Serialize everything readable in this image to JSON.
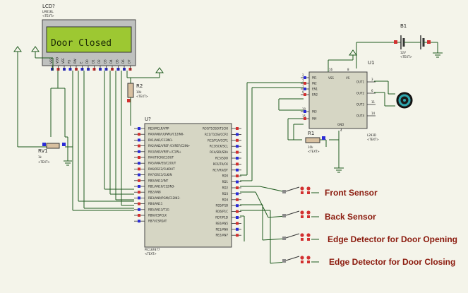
{
  "lcd": {
    "ref": "LCD?",
    "model": "LM016L",
    "text": "<TEXT>",
    "display_text": "Door Closed",
    "pins": [
      "VSS",
      "VDD",
      "VEE",
      "RS",
      "RW",
      "E",
      "D0",
      "D1",
      "D2",
      "D3",
      "D4",
      "D5",
      "D6",
      "D7"
    ]
  },
  "microcontroller": {
    "ref": "U?",
    "model": "PIC16F877",
    "text": "<TEXT>",
    "left_pins": [
      "RE3/MCLR/VPP",
      "RA0/AN0/ULPWU/C12IN0-",
      "RA1/AN1/C12IN1-",
      "RA2/AN2/VREF-/CVREF/C2IN+",
      "RA3/AN3/VREF+/C1IN+",
      "RA4/T0CKI/C1OUT",
      "RA5/AN4/SS/C2OUT",
      "RA6/OSC2/CLKOUT",
      "RA7/OSC1/CLKIN",
      "RB0/AN12/INT",
      "RB1/AN10/C12IN3-",
      "RB2/AN8",
      "RB3/AN9/PGM/C12IN2-",
      "RB4/AN11",
      "RB5/AN13/T1G",
      "RB6/ICSPCLK",
      "RB7/ICSPDAT"
    ],
    "right_pins": [
      "RC0/T1OSO/T1CKI",
      "RC1/T1OSI/CCP2",
      "RC2/P1A/CCP1",
      "RC3/SCK/SCL",
      "RC4/SDI/SDA",
      "RC5/SDO",
      "RC6/TX/CK",
      "RC7/RX/DT",
      "RD0",
      "RD1",
      "RD2",
      "RD3",
      "RD4",
      "RD5/P1B",
      "RD6/P1C",
      "RD7/P1D",
      "RE0/AN5",
      "RE1/AN6",
      "RE2/AN7"
    ]
  },
  "driver": {
    "ref": "U1",
    "model": "L293D",
    "text": "<TEXT>",
    "left_pins": [
      "IN1",
      "IN2",
      "EN1",
      "EN2",
      "IN3",
      "IN4"
    ],
    "top_pins": [
      "VSS",
      "VS"
    ],
    "right_pins": [
      "OUT1",
      "OUT2",
      "OUT3",
      "OUT4"
    ],
    "bottom_pin": "GND",
    "pin_numbers": {
      "p2": "2",
      "p7": "7",
      "p1": "1",
      "p9": "9",
      "p10": "10",
      "p15": "15",
      "p16": "16",
      "p8": "8",
      "p3": "3",
      "p6": "6",
      "p11": "11",
      "p14": "14",
      "p4": "4"
    }
  },
  "battery": {
    "ref": "B1",
    "value": "12V",
    "text": "<TEXT>"
  },
  "resistor_r2": {
    "ref": "R2",
    "value": "10k",
    "text": "<TEXT>"
  },
  "resistor_r1": {
    "ref": "R1",
    "value": "10k",
    "text": "<TEXT>"
  },
  "pot": {
    "ref": "RV1",
    "value": "1k",
    "text": "<TEXT>"
  },
  "sensors": [
    {
      "label": "Front Sensor"
    },
    {
      "label": "Back Sensor"
    },
    {
      "label": "Edge Detector for Door Opening"
    },
    {
      "label": "Edge Detector for Door Closing"
    }
  ]
}
